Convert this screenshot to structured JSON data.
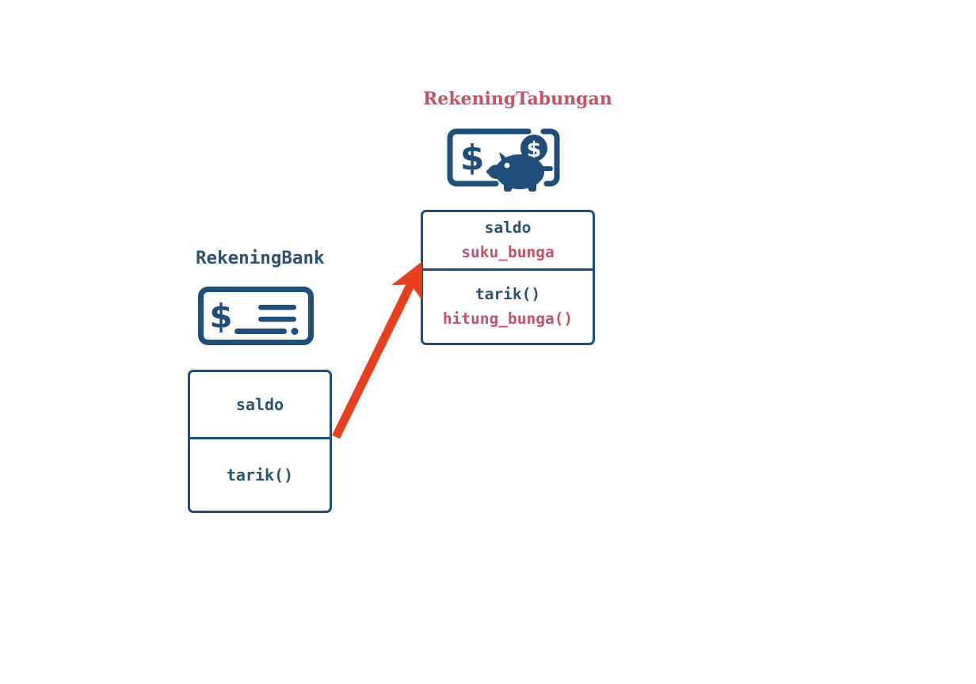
{
  "diagram": {
    "type": "uml-class-inheritance",
    "background_color": "#fdfdfd"
  },
  "colors": {
    "navy": "#1f4e79",
    "navy_text": "#2c5270",
    "crimson": "#c3536a",
    "arrow_orange": "#e8401f",
    "box_fill": "#ffffff"
  },
  "classes": {
    "base": {
      "title": "RekeningBank",
      "title_color": "#2c5270",
      "icon": "bank-check-icon",
      "attributes": [
        {
          "label": "saldo",
          "origin": "inherited"
        }
      ],
      "operations": [
        {
          "label": "tarik()",
          "origin": "inherited"
        }
      ]
    },
    "derived": {
      "title": "RekeningTabungan",
      "title_color": "#c3536a",
      "icon": "piggy-bank-savings-icon",
      "attributes": [
        {
          "label": "saldo",
          "origin": "inherited"
        },
        {
          "label": "suku_bunga",
          "origin": "own"
        }
      ],
      "operations": [
        {
          "label": "tarik()",
          "origin": "inherited"
        },
        {
          "label": "hitung_bunga()",
          "origin": "own"
        }
      ]
    }
  },
  "relationship": {
    "kind": "inheritance-arrow",
    "from": "RekeningBank",
    "to": "RekeningTabungan",
    "color": "#e8401f"
  }
}
